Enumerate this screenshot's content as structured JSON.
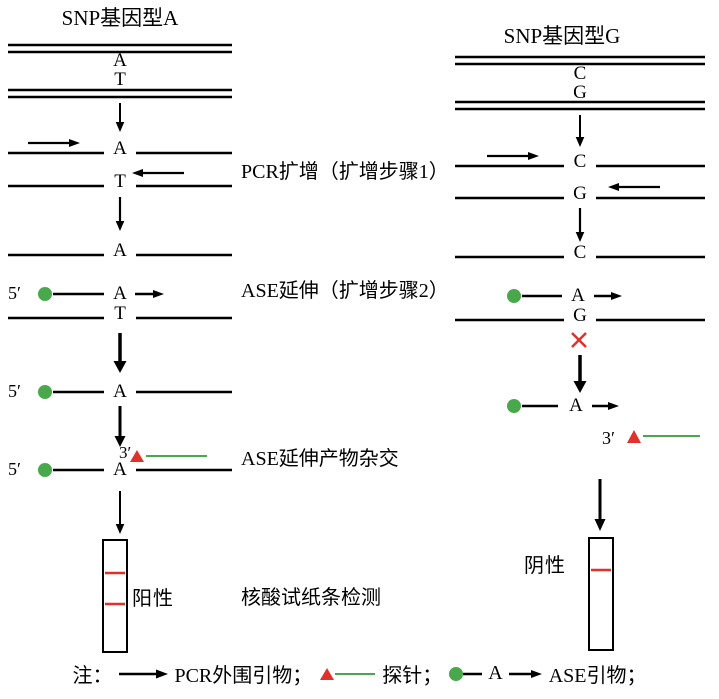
{
  "figure": {
    "colors": {
      "green": "#4aa84c",
      "red": "#e0312a",
      "line": "#000000"
    },
    "left": {
      "title": "SNP基因型A",
      "dsdna_top_base": "A",
      "dsdna_bottom_base": "T",
      "pcr_top_base": "A",
      "pcr_bottom_base": "T",
      "ase_top_base": "A",
      "primer5": "5′",
      "ase_primer_base": "A",
      "ase_template_base": "T",
      "product_base": "A",
      "hybrid_base": "A",
      "hybrid_3": "3′",
      "strip_result": "阳性"
    },
    "right": {
      "title": "SNP基因型G",
      "dsdna_top_base": "C",
      "dsdna_bottom_base": "G",
      "pcr_top_base": "C",
      "pcr_bottom_base": "G",
      "ase_top_base": "C",
      "ase_primer_base": "A",
      "ase_template_base": "G",
      "unextended_base": "A",
      "probe_3": "3′",
      "strip_result": "阴性"
    },
    "steps": {
      "pcr": "PCR扩增（扩增步骤1）",
      "ase": "ASE延伸（扩增步骤2）",
      "hybrid": "ASE延伸产物杂交",
      "detect": "核酸试纸条检测"
    },
    "legend": {
      "note": "注：",
      "pcr_primer": "PCR外围引物；",
      "probe": "探针；",
      "ase_base": "A",
      "ase_primer": "ASE引物；"
    }
  }
}
